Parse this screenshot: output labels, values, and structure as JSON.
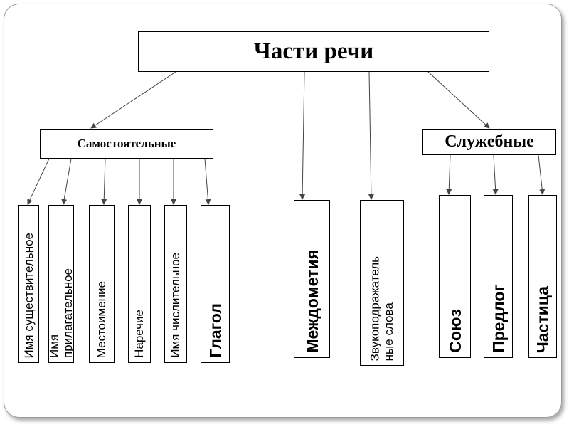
{
  "title": "Части речи",
  "groups": {
    "independent": "Самостоятельные",
    "auxiliary": "Служебные"
  },
  "independent_parts": [
    "Имя существительное",
    "Имя\nприлагательное",
    "Местоимение",
    "Наречие",
    "Имя числительное",
    "Глагол"
  ],
  "standalone_parts": [
    "Междометия",
    "Звукоподражатель\nные слова"
  ],
  "auxiliary_parts": [
    "Союз",
    "Предлог",
    "Частица"
  ]
}
